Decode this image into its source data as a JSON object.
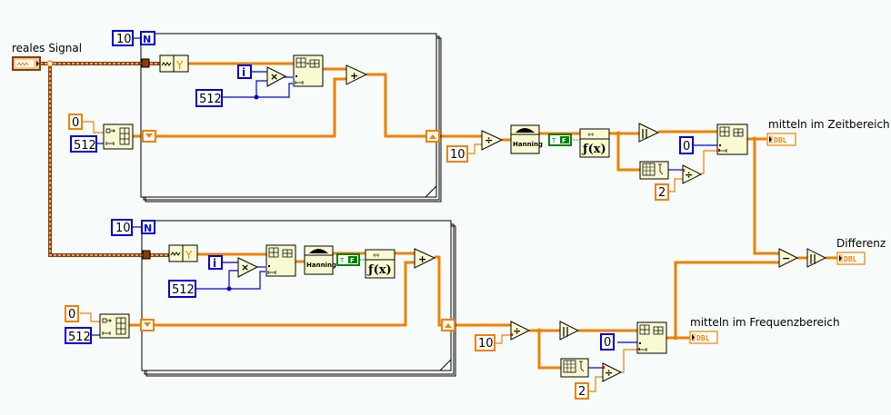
{
  "labels": {
    "input_signal": "reales Signal",
    "out_time": "mitteln im Zeitbereich",
    "out_freq": "mitteln im Frequenzbereich",
    "out_diff": "Differenz"
  },
  "constants": {
    "loop1_count": "10",
    "loop1_init_value": "0",
    "loop1_init_size": "512",
    "loop1_multiplier": "512",
    "post1_divisor": "10",
    "post1_subset_index": "0",
    "post1_half": "2",
    "loop2_count": "10",
    "loop2_init_value": "0",
    "loop2_init_size": "512",
    "loop2_multiplier": "512",
    "post2_divisor": "10",
    "post2_subset_index": "0",
    "post2_half": "2"
  },
  "terminals": {
    "loop_count": "N",
    "iteration": "i"
  },
  "nodes": {
    "window": "Hanning",
    "fft": "ƒ(x)",
    "fft_arrow": "⇔",
    "bool_false": "F",
    "dbl_indicator": "DBL",
    "add": "+",
    "subtract": "−",
    "multiply": "×",
    "divide": "÷",
    "abs": "||"
  },
  "colors": {
    "dbl_wire": "#f08000",
    "int_wire": "#0000d0",
    "waveform_wire": "#8c3c00",
    "bool_const": "#008000",
    "node_fill": "#fafad2",
    "background": "#f7fbf9"
  }
}
